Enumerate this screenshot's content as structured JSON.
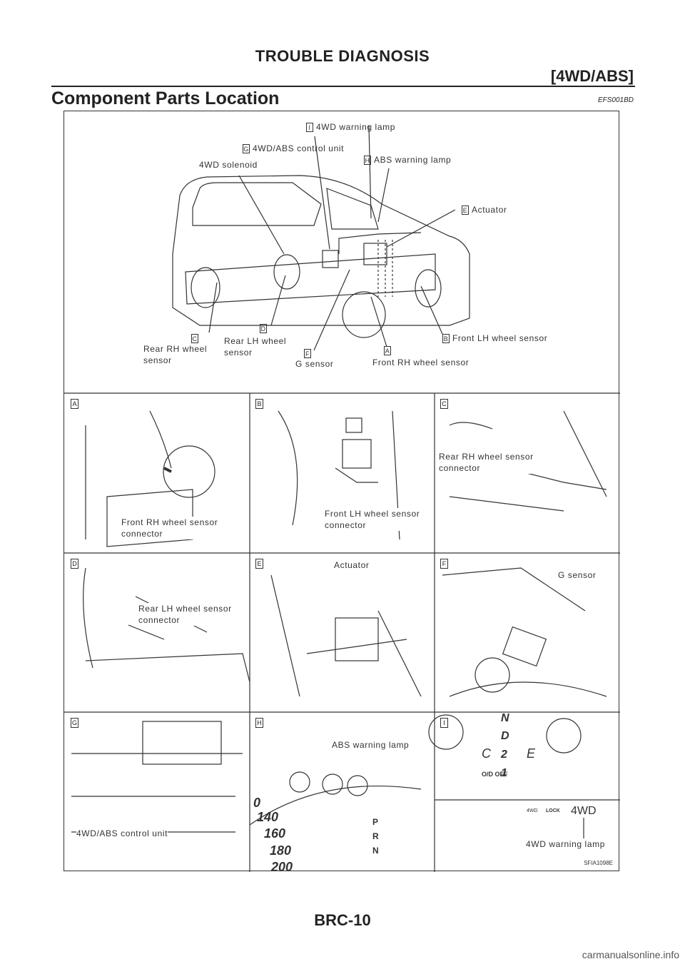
{
  "header": {
    "title": "TROUBLE DIAGNOSIS",
    "section": "[4WD/ABS]"
  },
  "section": {
    "title": "Component Parts Location",
    "code": "EFS001BD"
  },
  "overview": {
    "labels": {
      "i_tag": "I",
      "i_text": "4WD warning lamp",
      "g_tag": "G",
      "g_text": "4WD/ABS control unit",
      "h_tag": "H",
      "h_text": "ABS warning lamp",
      "solenoid": "4WD solenoid",
      "e_tag": "E",
      "e_text": "Actuator",
      "c_tag": "C",
      "c_text1": "Rear RH wheel",
      "c_text2": "sensor",
      "d_tag": "D",
      "d_text1": "Rear LH wheel",
      "d_text2": "sensor",
      "f_tag": "F",
      "f_text": "G sensor",
      "a_tag": "A",
      "a_text": "Front RH wheel sensor",
      "b_tag": "B",
      "b_text": "Front LH wheel sensor"
    }
  },
  "photos": {
    "a": {
      "tag": "A",
      "label1": "Front RH wheel sensor",
      "label2": "connector"
    },
    "b": {
      "tag": "B",
      "label1": "Front LH wheel sensor",
      "label2": "connector"
    },
    "c": {
      "tag": "C",
      "label1": "Rear RH wheel sensor",
      "label2": "connector"
    },
    "d": {
      "tag": "D",
      "label1": "Rear LH wheel sensor",
      "label2": "connector"
    },
    "e": {
      "tag": "E",
      "label1": "Actuator"
    },
    "f": {
      "tag": "F",
      "label1": "G sensor"
    },
    "g": {
      "tag": "G",
      "label1": "4WD/ABS control unit"
    },
    "h": {
      "tag": "H",
      "label1": "ABS warning lamp",
      "gauge_nums": [
        "0",
        "140",
        "160",
        "180",
        "200"
      ],
      "gear_letters": [
        "P",
        "R",
        "N"
      ]
    },
    "i": {
      "tag": "I",
      "label1": "4WD warning lamp",
      "gear_letters": [
        "N",
        "D",
        "2",
        "1"
      ],
      "c_e": [
        "C",
        "E"
      ],
      "od_text": "O/D OFF",
      "lamp_small1": "4WD",
      "lamp_small2": "LOCK",
      "lamp_big": "4WD"
    }
  },
  "figure_code": "SFIA1098E",
  "footer": {
    "page": "BRC-10"
  },
  "watermark": "carmanualsonline.info"
}
